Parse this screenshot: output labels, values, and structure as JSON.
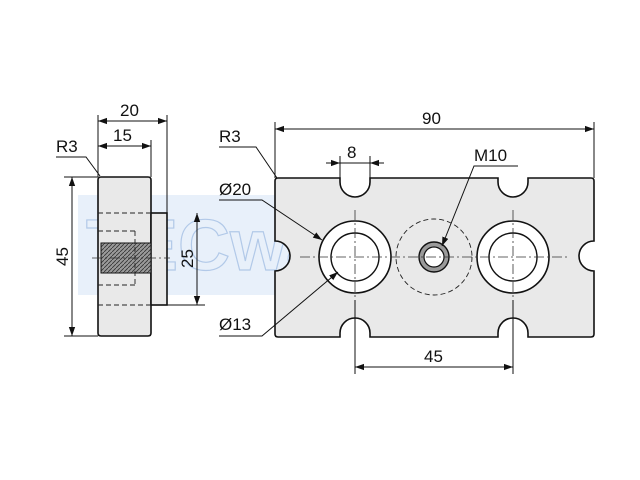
{
  "drawing": {
    "watermark": "TECwalker",
    "side_view": {
      "overall_width": "20",
      "body_width": "15",
      "height": "45",
      "boss_height": "25",
      "corner_radius": "R3"
    },
    "front_view": {
      "overall_length": "90",
      "slot_width": "8",
      "outer_diameter": "Ø20",
      "bore_diameter": "Ø13",
      "thread": "M10",
      "hole_spacing": "45",
      "corner_radius": "R3"
    }
  }
}
